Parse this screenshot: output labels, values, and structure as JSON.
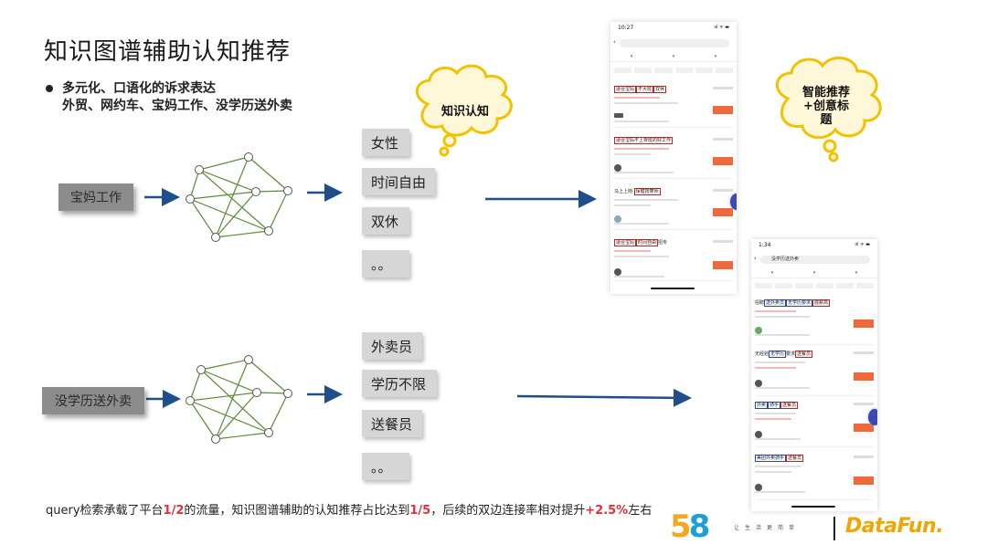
{
  "title": "知识图谱辅助认知推荐",
  "bullet": {
    "line1": "多元化、口语化的诉求表达",
    "line2": "外贸、网约车、宝妈工作、没学历送外卖"
  },
  "flow_top": {
    "query": "宝妈工作",
    "tags": [
      "女性",
      "时间自由",
      "双休",
      "。。"
    ]
  },
  "flow_bottom": {
    "query": "没学历送外卖",
    "tags": [
      "外卖员",
      "学历不限",
      "送餐员",
      "。。"
    ]
  },
  "clouds": {
    "cognition": "知识认知",
    "recommend_line1": "智能推荐",
    "recommend_line2": "+创意标",
    "recommend_line3": "题"
  },
  "phone_top": {
    "time": "10:27",
    "status": "ııl ᯤ ▬",
    "cards": [
      {
        "pre": "",
        "h1": "适合宝妈",
        "h2": "不大班",
        "post": "双休"
      },
      {
        "pre": "",
        "h1": "适合宝妈不上夜班的好工作",
        "h2": "",
        "post": ""
      },
      {
        "pre": "马上上岗·",
        "h1": "保健按摩师",
        "h2": "",
        "post": ""
      },
      {
        "pre": "",
        "h1": "适合宝妈",
        "h2": "时间自由",
        "post": "招专"
      }
    ]
  },
  "phone_bottom": {
    "time": "1:34",
    "status": "ııl ᯤ ▬",
    "search": "没学历送外卖",
    "cards": [
      {
        "pre": "招聘",
        "h1": "送外卖员",
        "h2": "无学历要求",
        "post": "底薪高"
      },
      {
        "pre": "无经验",
        "h1": "无学历",
        "h2": "要求",
        "post": "送餐员"
      },
      {
        "pre": "",
        "h1": "外卖",
        "h2": "骑手",
        "post": "送餐员"
      },
      {
        "pre": "",
        "h1": "美团外卖骑手",
        "h2": "送餐员",
        "post": ""
      }
    ]
  },
  "footer": {
    "part1": "query检索承载了平台",
    "hl1": "1/2",
    "part2": "的流量，知识图谱辅助的认知推荐占比达到",
    "hl2": "1/5",
    "part3": "，后续的双边连接率相对提升",
    "hl3": "+2.5%",
    "part4": "左右"
  },
  "logos": {
    "five": "5",
    "eight": "8",
    "slogan": "让生活更简单",
    "datafun": "DataFun."
  },
  "colors": {
    "arrow": "#1f4e8c",
    "graph_edge": "#5a8a3a",
    "cloud_fill": "#fff8d8",
    "cloud_stroke": "#f2c200",
    "highlight": "#e0303a"
  }
}
